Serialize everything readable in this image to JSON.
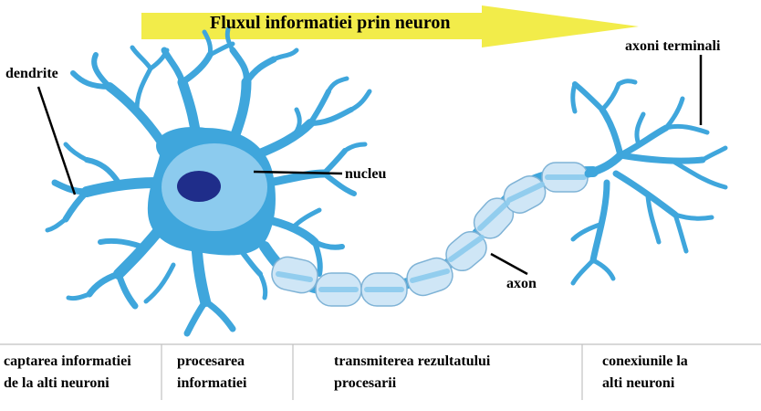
{
  "title": "Fluxul informatiei prin neuron",
  "colors": {
    "arrow": "#f2ec4a",
    "neuron": "#3fa6dc",
    "soma_light": "#8ccbee",
    "nucleus": "#1f2d8a",
    "myelin": "#cfe6f6"
  },
  "labels": {
    "dendrite": "dendrite",
    "nucleu": "nucleu",
    "axon": "axon",
    "axoni_terminali": "axoni terminali"
  },
  "stages": [
    {
      "line1": "captarea informatiei",
      "line2": "de la alti neuroni"
    },
    {
      "line1": "procesarea",
      "line2": "informatiei"
    },
    {
      "line1": "transmiterea rezultatului",
      "line2": "procesarii"
    },
    {
      "line1": "conexiunile la",
      "line2": "alti neuroni"
    }
  ]
}
